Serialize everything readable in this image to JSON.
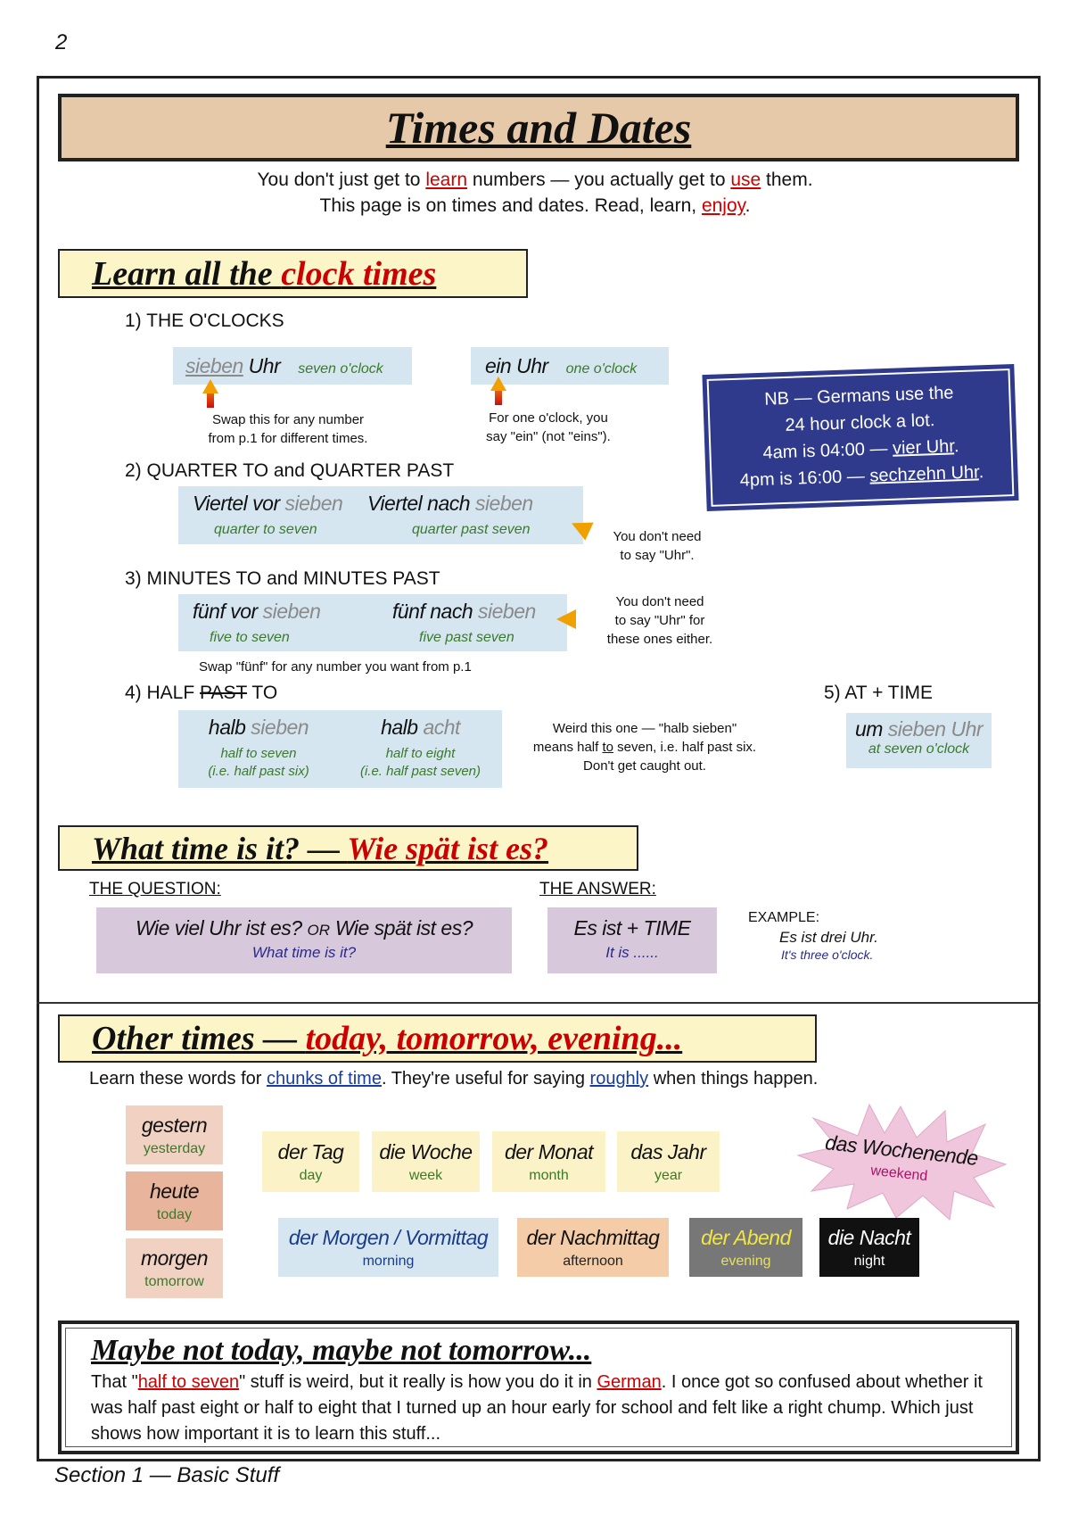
{
  "page_number": "2",
  "title": "Times and Dates",
  "intro": {
    "l1a": "You don't just get to ",
    "l1b": "learn",
    "l1c": " numbers — you actually get to ",
    "l1d": "use",
    "l1e": " them.",
    "l2a": "This page is on times and dates.  Read, learn, ",
    "l2b": "enjoy",
    "l2c": "."
  },
  "clock": {
    "heading_a": "Learn all the ",
    "heading_b": "clock times",
    "s1": "1)  THE O'CLOCKS",
    "s1_ex1": {
      "num": "sieben",
      "word": " Uhr",
      "en": "seven o'clock"
    },
    "s1_ex2": {
      "word": "ein Uhr",
      "en": "one o'clock"
    },
    "s1_note1": [
      "Swap this for any number",
      "from p.1 for different times."
    ],
    "s1_note2": [
      "For one o'clock, you",
      "say \"ein\" (not \"eins\")."
    ],
    "nb": [
      "NB — Germans use the",
      "24 hour clock a lot."
    ],
    "nb_l3a": "4am is 04:00 — ",
    "nb_l3b": "vier Uhr",
    "nb_l4a": "4pm is 16:00 — ",
    "nb_l4b": "sechzehn Uhr",
    "nb_dot": ".",
    "s2": "2)  QUARTER TO and QUARTER PAST",
    "s2_ex1": {
      "w": "Viertel vor ",
      "n": "sieben",
      "en": "quarter to seven"
    },
    "s2_ex2": {
      "w": "Viertel nach ",
      "n": "sieben",
      "en": "quarter past seven"
    },
    "s2_note": [
      "You don't need",
      "to say \"Uhr\"."
    ],
    "s3": "3)  MINUTES TO and MINUTES PAST",
    "s3_ex1": {
      "w": "fünf vor ",
      "n": "sieben",
      "en": "five to seven"
    },
    "s3_ex2": {
      "w": "fünf nach ",
      "n": "sieben",
      "en": "five past seven"
    },
    "s3_note": [
      "You don't need",
      "to say \"Uhr\" for",
      "these ones either."
    ],
    "s3_swap": "Swap \"fünf\" for any number you want from p.1",
    "s4a": "4)  HALF ",
    "s4b": "PAST",
    "s4c": " TO",
    "s4_ex1": {
      "w": "halb ",
      "n": "sieben",
      "en1": "half to seven",
      "en2": "(i.e. half past six)"
    },
    "s4_ex2": {
      "w": "halb ",
      "n": "acht",
      "en1": "half to eight",
      "en2": "(i.e. half past seven)"
    },
    "s4_note": {
      "l1": "Weird this one — \"halb sieben\"",
      "l2a": "means half ",
      "l2b": "to",
      "l2c": " seven, i.e. half past six.",
      "l3": "Don't get caught out."
    },
    "s5": "5)  AT + TIME",
    "s5_ex": {
      "w": "um ",
      "n": "sieben Uhr",
      "en": "at seven o'clock"
    }
  },
  "whattime": {
    "heading_a": "What time is it? — ",
    "heading_b": "Wie spät ist es?",
    "q_label": "THE QUESTION:",
    "q_de_a": "Wie viel Uhr ist es? ",
    "q_or": "OR",
    "q_de_b": " Wie spät ist es?",
    "q_en": "What time is it?",
    "a_label": "THE ANSWER:",
    "a_de": "Es ist + TIME",
    "a_en": "It is ......",
    "ex_label": "EXAMPLE:",
    "ex_de": "Es ist drei Uhr.",
    "ex_en": "It's three o'clock."
  },
  "other": {
    "heading_a": "Other times — ",
    "heading_b": "today, tomorrow, evening...",
    "intro_a": "Learn these words for ",
    "intro_b": "chunks of time",
    "intro_c": ".  They're useful for saying ",
    "intro_d": "roughly",
    "intro_e": " when things happen.",
    "days": [
      {
        "de": "gestern",
        "en": "yesterday"
      },
      {
        "de": "heute",
        "en": "today"
      },
      {
        "de": "morgen",
        "en": "tomorrow"
      }
    ],
    "periods": [
      {
        "de": "der Tag",
        "en": "day"
      },
      {
        "de": "die Woche",
        "en": "week"
      },
      {
        "de": "der Monat",
        "en": "month"
      },
      {
        "de": "das Jahr",
        "en": "year"
      }
    ],
    "weekend": {
      "de": "das Wochenende",
      "en": "weekend"
    },
    "parts": [
      {
        "de": "der Morgen / Vormittag",
        "en": "morning"
      },
      {
        "de": "der Nachmittag",
        "en": "afternoon"
      },
      {
        "de": "der Abend",
        "en": "evening"
      },
      {
        "de": "die Nacht",
        "en": "night"
      }
    ]
  },
  "maybe": {
    "heading": "Maybe not today, maybe not tomorrow...",
    "p_a": "That \"",
    "p_b": "half to seven",
    "p_c": "\" stuff is weird, but it really is how you do it in ",
    "p_d": "German",
    "p_e": ".  I once got so confused about whether it was half past eight or half to eight that I turned up an hour early for school and felt like a right chump.  Which just shows how important it is to learn this stuff..."
  },
  "footer": "Section 1 — Basic Stuff",
  "colors": {
    "accent_red": "#cc0000",
    "title_bg": "#e6c9a8",
    "heading_bg": "#fcf5c8",
    "nb_bg": "#2f3a8c",
    "example_bg": "#d6e6f1",
    "question_bg": "#d8c8dc"
  }
}
